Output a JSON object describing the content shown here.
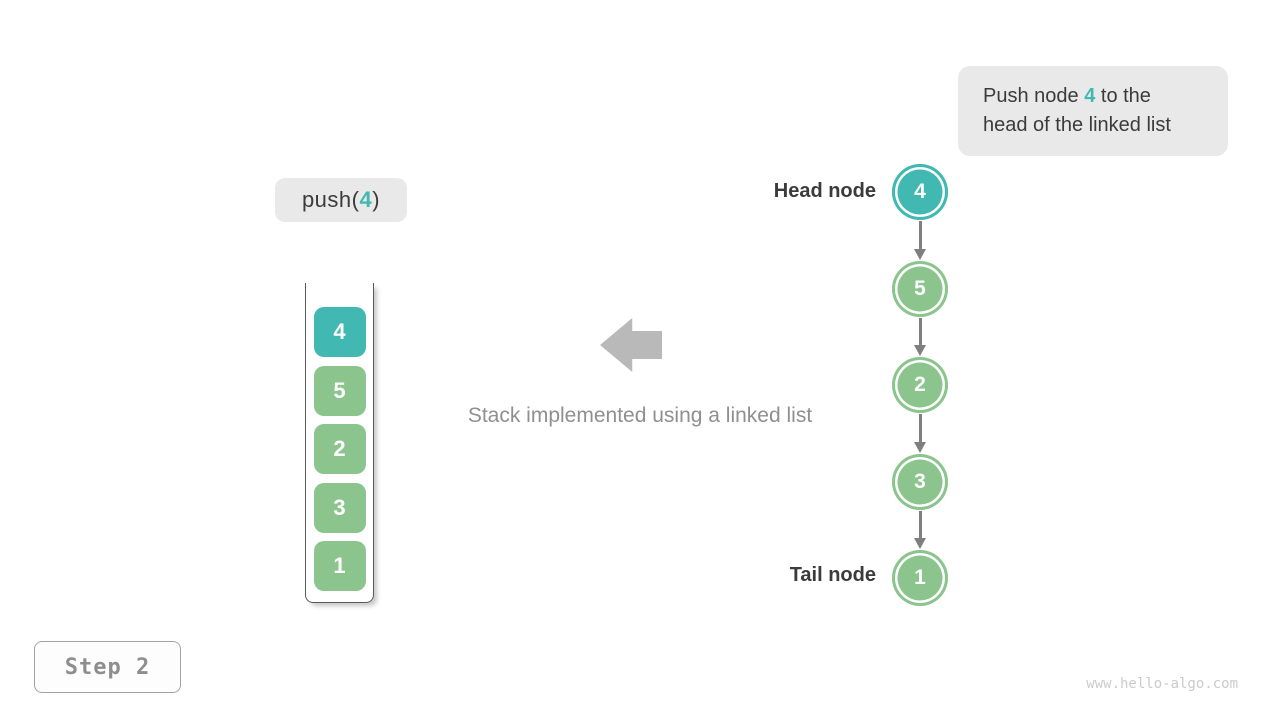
{
  "colors": {
    "teal": "#41b8b1",
    "green": "#8bc48d",
    "text-dark": "#3b3b3b",
    "gray-box": "#e9e9e9",
    "arrow-gray": "#7f7f7f",
    "big-arrow": "#b9b9b9",
    "caption-gray": "#8f8f8f",
    "step-gray": "#8e8e8e",
    "step-border": "#a3a3a3",
    "watermark": "#cbcbcb",
    "container-border": "#595959"
  },
  "callout": {
    "line1_prefix": "Push node ",
    "line1_highlight": "4",
    "line1_suffix": " to the",
    "line2": "head of the linked list"
  },
  "push_call": {
    "prefix": "push(",
    "arg": "4",
    "suffix": ")"
  },
  "stack": {
    "nodes": [
      {
        "value": "4",
        "highlight": true
      },
      {
        "value": "5",
        "highlight": false
      },
      {
        "value": "2",
        "highlight": false
      },
      {
        "value": "3",
        "highlight": false
      },
      {
        "value": "1",
        "highlight": false
      }
    ]
  },
  "caption": "Stack implemented using a linked list",
  "linked_list": {
    "head_label": "Head node",
    "tail_label": "Tail node",
    "nodes": [
      {
        "value": "4",
        "highlight": true
      },
      {
        "value": "5",
        "highlight": false
      },
      {
        "value": "2",
        "highlight": false
      },
      {
        "value": "3",
        "highlight": false
      },
      {
        "value": "1",
        "highlight": false
      }
    ]
  },
  "step": {
    "label": "Step 2"
  },
  "watermark": "www.hello-algo.com"
}
